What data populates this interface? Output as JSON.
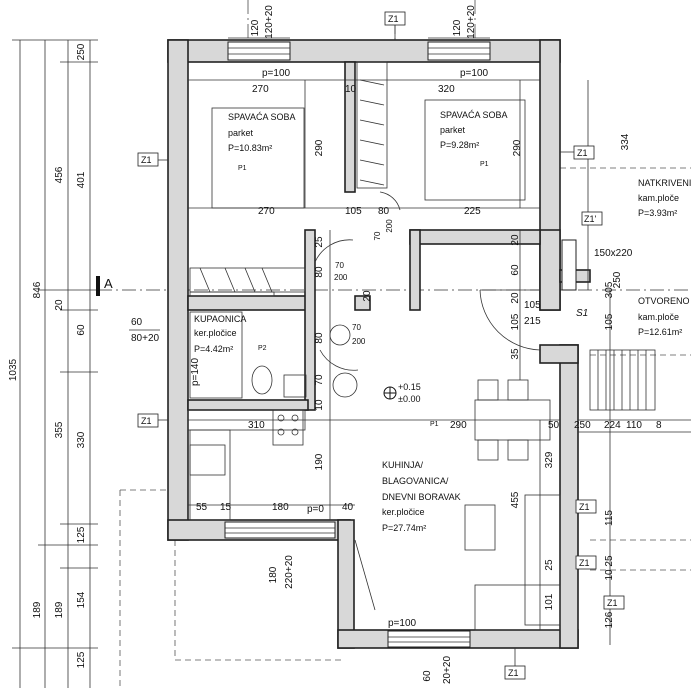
{
  "dims_left": {
    "outer": "1035",
    "col2": [
      "846",
      "189"
    ],
    "col3": [
      "456",
      "20",
      "355",
      "189"
    ],
    "col4": [
      "250",
      "401",
      "60",
      "330",
      "125",
      "154",
      "125"
    ]
  },
  "dims_top": [
    "120",
    "120+20",
    "120",
    "120+20"
  ],
  "rooms": {
    "sp1": {
      "name": "SPAVAĆA SOBA",
      "floor": "parket",
      "area": "P=10.83m²",
      "tag": "P1"
    },
    "sp2": {
      "name": "SPAVAĆA SOBA",
      "floor": "parket",
      "area": "P=9.28m²",
      "tag": "P1"
    },
    "kup": {
      "name": "KUPAONICA",
      "floor": "ker.pločice",
      "area": "P=4.42m²",
      "tag": "P2"
    },
    "kuh": {
      "l1": "KUHINJA/",
      "l2": "BLAGOVANICA/",
      "l3": "DNEVNI BORAVAK",
      "floor": "ker.pločice",
      "area": "P=27.74m²",
      "tag": "P1"
    },
    "nat": {
      "name": "NATKRIVENI",
      "floor": "kam.ploče",
      "area": "P=3.93m²"
    },
    "otv": {
      "name": "OTVORENO S",
      "floor": "kam.ploče",
      "area": "P=12.61m²"
    }
  },
  "dims_inner": {
    "p100a": "p=100",
    "p100b": "p=100",
    "p100c": "p=100",
    "p0": "p=0",
    "p140": "p=140",
    "d270a": "270",
    "d10": "10",
    "d320": "320",
    "d290a": "290",
    "d290b": "290",
    "d270b": "270",
    "d105a": "105",
    "d80a": "80",
    "d225": "225",
    "d334": "334",
    "d25a": "25",
    "d80b": "80",
    "d70a": "70",
    "d200a": "200",
    "d70b": "70",
    "d200b": "200",
    "d20a": "20",
    "d60a": "60",
    "d20b": "20",
    "d305": "305",
    "d20c": "20",
    "d250b": "250",
    "d150x220": "150x220",
    "d105b": "105",
    "d215": "215",
    "d105c": "105",
    "d35": "35",
    "d80c": "80",
    "d70c": "70",
    "d70d": "70",
    "d200c": "200",
    "d10b": "10",
    "d70e": "70",
    "d310": "310",
    "d290c": "290",
    "d50": "50",
    "d250c": "250",
    "d224": "224",
    "d110": "110",
    "d8": "8",
    "d190": "190",
    "d329": "329",
    "d455": "455",
    "d55": "55",
    "d15": "15",
    "d180": "180",
    "d40": "40",
    "d115": "115",
    "d25b": "25",
    "d1025": "10 25",
    "d101": "101",
    "d126": "126",
    "d60b": "60",
    "d8020": "80+20",
    "d180w": "180",
    "d22020": "220+20",
    "d20b2": "20+20",
    "d60c": "60"
  },
  "level": {
    "top": "+0.15",
    "bot": "±0.00"
  },
  "labels": {
    "sectionA": "A",
    "s1": "S1"
  },
  "tags": {
    "z1": "Z1",
    "z1p": "Z1'"
  }
}
